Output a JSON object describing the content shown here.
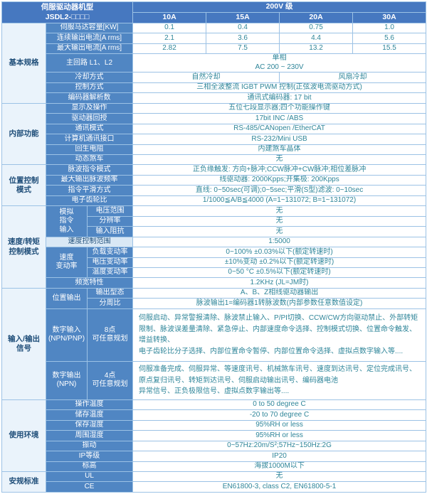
{
  "header": {
    "model_title": "伺服驱动器机型",
    "model_code": "JSDL2-□□□□",
    "voltage_class": "200V 级",
    "columns": [
      "10A",
      "15A",
      "20A",
      "30A"
    ]
  },
  "categories": {
    "basic": "基本规格",
    "internal": "内部功能",
    "position": "位置控制\n模式",
    "speed": "速度/转矩\n控制模式",
    "io": "输入/输出\n信号",
    "env": "使用环境",
    "safety": "安规标准"
  },
  "basic": {
    "rows": [
      {
        "label": "伺服马达容量[KW]",
        "values": [
          "0.1",
          "0.4",
          "0.75",
          "1.0"
        ]
      },
      {
        "label": "连续输出电流[A rms]",
        "values": [
          "2.1",
          "3.6",
          "4.4",
          "5.6"
        ]
      },
      {
        "label": "最大输出电流[A rms]",
        "values": [
          "2.82",
          "7.5",
          "13.2",
          "15.5"
        ]
      },
      {
        "label": "主回路 L1、L2",
        "value": "单相\nAC 200 ~ 230V"
      },
      {
        "label": "冷却方式",
        "value_left": "自然冷却",
        "value_right": "风扇冷却"
      },
      {
        "label": "控制方式",
        "value": "三相全波整流 IGBT PWM 控制(正弦波电流驱动方式)"
      },
      {
        "label": "编码器解析数",
        "value": "通讯式编码器: 17 bit"
      }
    ]
  },
  "internal": {
    "rows": [
      {
        "label": "显示及操作",
        "value": "五位七段显示器;四个功能操作键"
      },
      {
        "label": "驱动器回授",
        "value": "17bit INC /ABS"
      },
      {
        "label": "通讯模式",
        "value": "RS-485/CANopen /EtherCAT"
      },
      {
        "label": "计算机通讯接口",
        "value": "RS-232/Mini USB"
      },
      {
        "label": "回生电阻",
        "value": "内建煞车晶体"
      },
      {
        "label": "动态煞车",
        "value": "无"
      }
    ]
  },
  "position": {
    "rows": [
      {
        "label": "脉波指令模式",
        "value": "正负缘触发: 方向+脉冲;CCW脉冲+CW脉冲;相位差脉冲"
      },
      {
        "label": "最大输出脉波频率",
        "value": "线驱动器: 2000Kpps;开集极: 200Kpps"
      },
      {
        "label": "指令平滑方式",
        "value": "直线: 0~50sec(可调);0~5sec;平滑(S型)滤波: 0~10sec"
      },
      {
        "label": "电子齿轮比",
        "value": "1/1000≦A/B≦4000 (A=1~131072; B=1~131072)"
      }
    ]
  },
  "speed": {
    "analog": {
      "label": "模拟\n指令\n输入",
      "subs": [
        {
          "label": "电压范围",
          "value": "无"
        },
        {
          "label": "分辨率",
          "value": "无"
        },
        {
          "label": "输入阻抗",
          "value": "无"
        }
      ]
    },
    "range": {
      "label": "速度控制范围",
      "value": "1:5000"
    },
    "variation": {
      "label": "速度\n变动率",
      "subs": [
        {
          "label": "负载变动率",
          "value": "0~100% ±0.03%以下(额定转速时)"
        },
        {
          "label": "电压变动率",
          "value": "±10%变动 ±0.2%以下(额定转速时)"
        },
        {
          "label": "温度变动率",
          "value": "0~50 °C ±0.5%以下(额定转速时)"
        }
      ]
    },
    "bandwidth": {
      "label": "频宽特性",
      "value": "1.2KHz (JL=JM时)"
    }
  },
  "io": {
    "position_out": {
      "label": "位置输出",
      "subs": [
        {
          "label": "输出型态",
          "value": "A、B、Z相线驱动器输出"
        },
        {
          "label": "分周比",
          "value": "脉波输出1=编码器1转脉波数(内部参数任意数值设定)"
        }
      ]
    },
    "digital_in": {
      "label": "数字输入\n(NPN/PNP)",
      "points": "8点\n可任意规划",
      "value": "伺服启动、异常警报清除、脉波禁止输入、P/PI切换、CCW/CW方向驱动禁止、外部转矩限制、脉波误差量清除、紧急停止、内部速度命令选择、控制模式切换、位置命令触发、增益转换、\n电子齿轮比分子选择、内部位置命令暂停、内部位置命令选择、虚拟点数字输入等...."
    },
    "digital_out": {
      "label": "数字输出\n(NPN)",
      "points": "4点\n可任意规划",
      "value": "伺服准备完成、伺服异常、等速度讯号、机械煞车讯号、速度到达讯号、定位完成讯号、原点复归讯号、转矩到达讯号、伺服启动输出讯号、编码器电池\n异常信号、正负极限信号、虚拟点数字输出等...."
    }
  },
  "env": {
    "rows": [
      {
        "label": "操作温度",
        "value": "0 to 50 degree C"
      },
      {
        "label": "储存温度",
        "value": "-20 to 70 degree C"
      },
      {
        "label": "保存湿度",
        "value": "95%RH or less"
      },
      {
        "label": "周围湿度",
        "value": "95%RH or less"
      },
      {
        "label": "振动",
        "value": "0~57Hz:20m/S²;57Hz~150Hz:2G"
      },
      {
        "label": "IP等级",
        "value": "IP20"
      },
      {
        "label": "标高",
        "value": "海拔1000M以下"
      }
    ]
  },
  "safety": {
    "rows": [
      {
        "label": "UL",
        "value": "无"
      },
      {
        "label": "CE",
        "value": "EN61800-3, class C2, EN61800-5-1"
      }
    ]
  }
}
